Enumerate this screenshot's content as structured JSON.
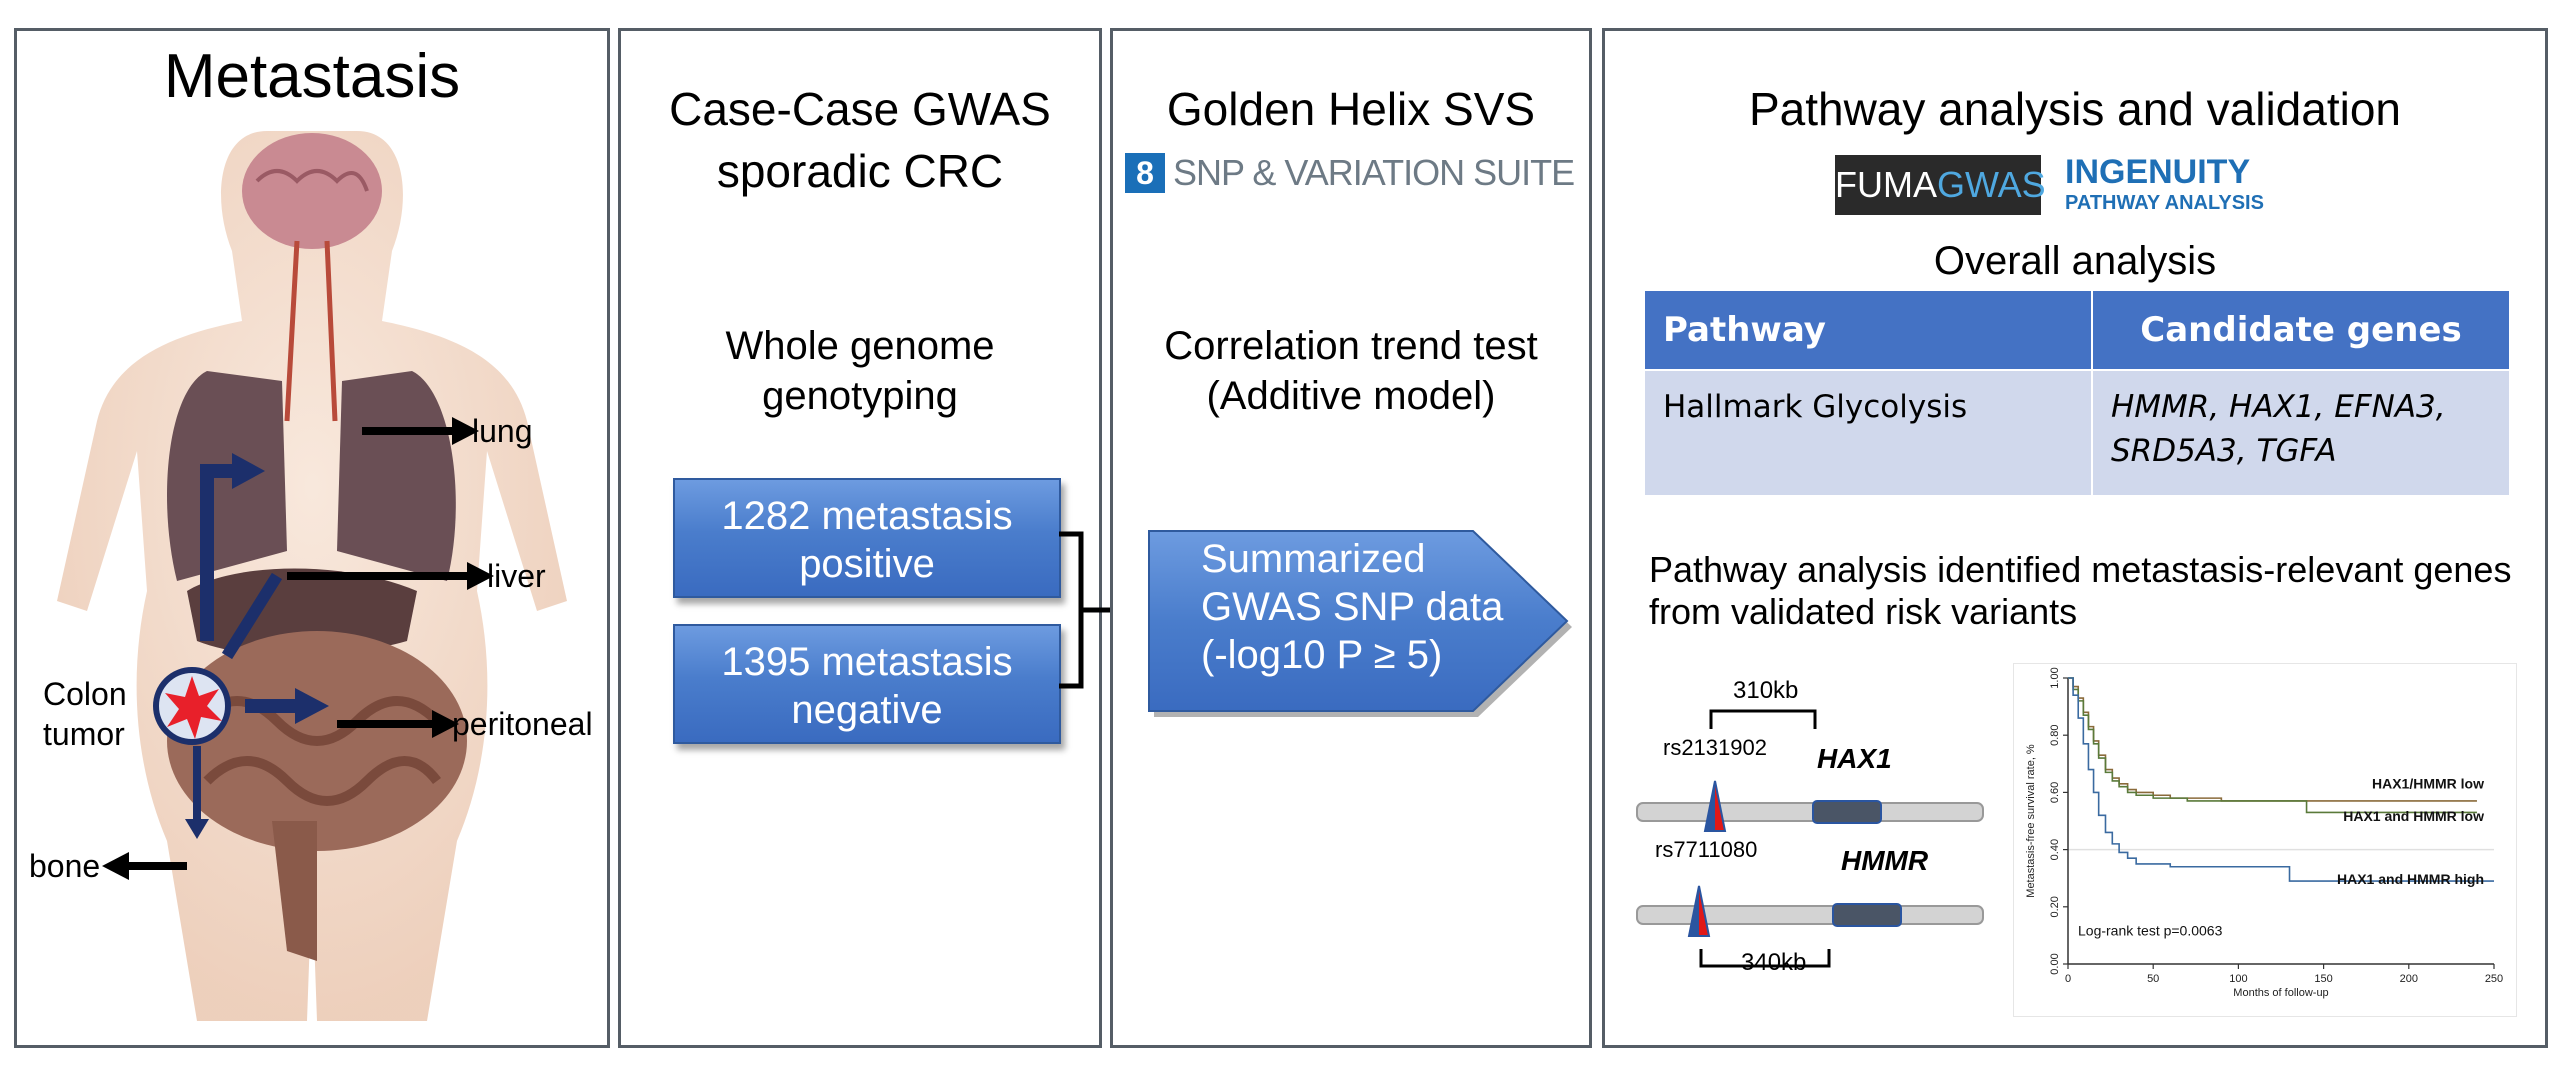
{
  "panel1": {
    "title": "Metastasis",
    "organs": {
      "lung": "lung",
      "liver": "liver",
      "peritoneal": "peritoneal",
      "bone": "bone"
    },
    "tumor_label": [
      "Colon",
      "tumor"
    ]
  },
  "panel2": {
    "title_line1": "Case-Case GWAS",
    "title_line2": "sporadic CRC",
    "method_line1": "Whole genome",
    "method_line2": "genotyping",
    "box_positive_line1": "1282 metastasis",
    "box_positive_line2": "positive",
    "box_negative_line1": "1395 metastasis",
    "box_negative_line2": "negative"
  },
  "panel3": {
    "title": "Golden Helix SVS",
    "logo_text": "SNP & VARIATION SUITE",
    "test_line1": "Correlation trend test",
    "test_line2": "(Additive model)",
    "summary_line1": "Summarized",
    "summary_line2": "GWAS SNP data",
    "summary_line3": "(-log10 P ≥ 5)"
  },
  "panel4": {
    "title": "Pathway analysis and validation",
    "fuma_logo": {
      "part1": "FUMA",
      "part2": "GWAS"
    },
    "ingenuity_logo": {
      "line1": "INGENUITY",
      "line2": "PATHWAY ANALYSIS"
    },
    "table_title": "Overall analysis",
    "table_headers": [
      "Pathway",
      "Candidate genes"
    ],
    "table_rows": [
      {
        "pathway": "Hallmark Glycolysis",
        "genes_line1": "HMMR, HAX1, EFNA3,",
        "genes_line2": "SRD5A3, TGFA"
      }
    ],
    "finding_line1": "Pathway analysis identified metastasis-relevant genes",
    "finding_line2": "from validated risk variants",
    "loci": [
      {
        "snp": "rs2131902",
        "gene": "HAX1",
        "distance": "310kb"
      },
      {
        "snp": "rs7711080",
        "gene": "HMMR",
        "distance": "340kb"
      }
    ]
  },
  "chart_data": {
    "type": "line",
    "ylabel": "Metastasis-free survival rate, %",
    "xlabel": "Months of follow-up",
    "xlim": [
      0,
      250
    ],
    "ylim": [
      0,
      1
    ],
    "xticks": [
      "0",
      "50",
      "100",
      "150",
      "200",
      "250"
    ],
    "yticks": [
      "0.00",
      "0.20",
      "0.40",
      "0.60",
      "0.80",
      "1.00"
    ],
    "annotation": "Log-rank test p=0.0063",
    "series": [
      {
        "name": "HAX1/HMMR low",
        "color": "#8a6a3a",
        "x": [
          0,
          3,
          6,
          9,
          12,
          15,
          18,
          22,
          26,
          30,
          35,
          40,
          50,
          60,
          70,
          90,
          140,
          240
        ],
        "y": [
          1.0,
          0.97,
          0.93,
          0.88,
          0.83,
          0.78,
          0.73,
          0.68,
          0.65,
          0.63,
          0.61,
          0.6,
          0.59,
          0.58,
          0.58,
          0.57,
          0.57,
          0.57
        ]
      },
      {
        "name": "HAX1 and HMMR low",
        "color": "#5a7a3a",
        "x": [
          0,
          3,
          6,
          9,
          12,
          15,
          18,
          22,
          26,
          30,
          35,
          40,
          50,
          60,
          70,
          90,
          140,
          240
        ],
        "y": [
          1.0,
          0.96,
          0.92,
          0.87,
          0.82,
          0.77,
          0.72,
          0.67,
          0.64,
          0.62,
          0.6,
          0.59,
          0.58,
          0.58,
          0.57,
          0.57,
          0.53,
          0.53
        ]
      },
      {
        "name": "HAX1 and HMMR high",
        "color": "#3a6aa0",
        "x": [
          0,
          3,
          6,
          9,
          12,
          15,
          18,
          22,
          26,
          30,
          35,
          40,
          50,
          60,
          70,
          90,
          130,
          250
        ],
        "y": [
          1.0,
          0.94,
          0.86,
          0.77,
          0.68,
          0.6,
          0.52,
          0.46,
          0.42,
          0.39,
          0.37,
          0.35,
          0.35,
          0.34,
          0.34,
          0.34,
          0.29,
          0.29
        ]
      }
    ]
  },
  "colors": {
    "accent": "#4472c4",
    "arrow_dark": "#1c2f6b",
    "box_blue": "#4a7dcc",
    "table_row": "#d0d8ec"
  }
}
